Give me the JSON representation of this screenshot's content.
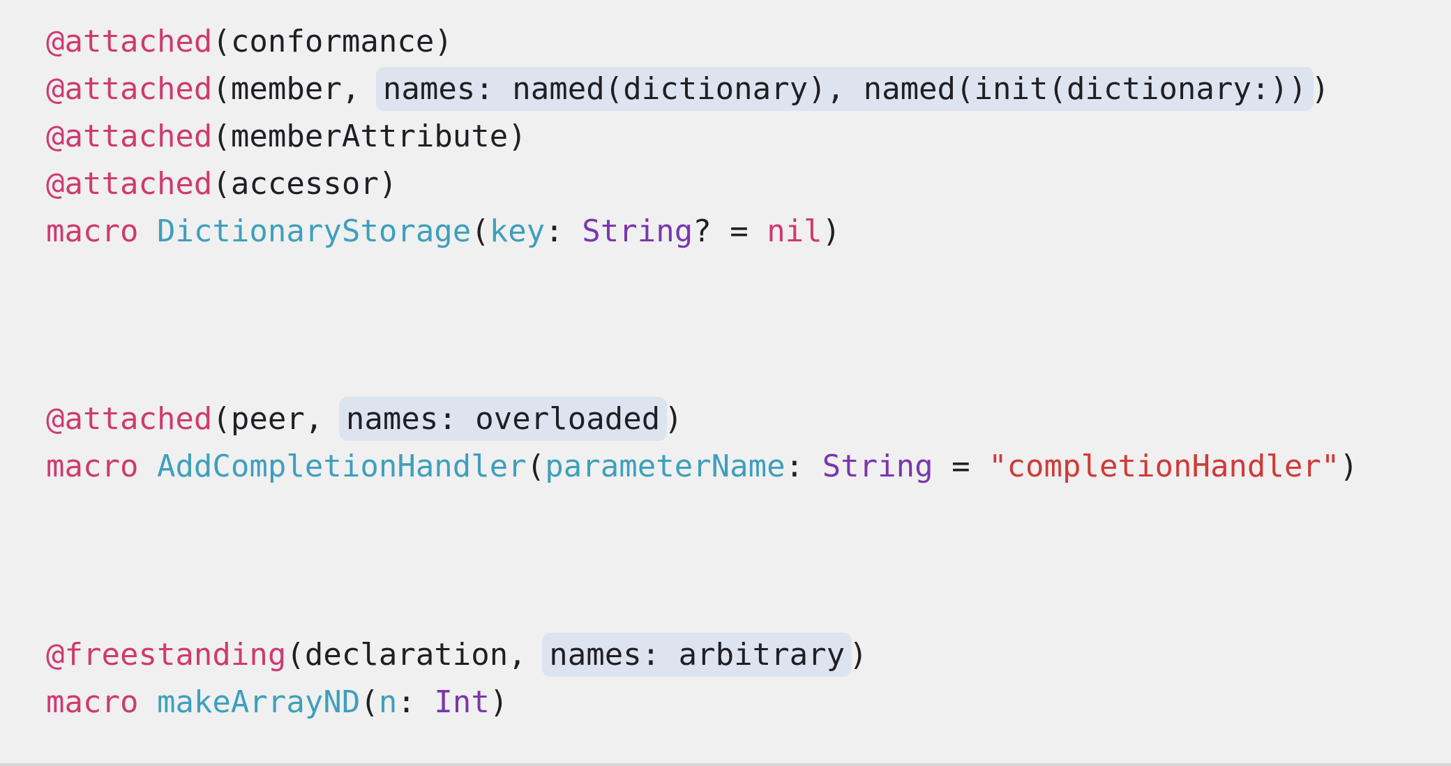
{
  "colors": {
    "background": "#eff0ef",
    "keyword": "#cf3a6f",
    "function_name": "#3e9fbd",
    "type_name": "#7b36ad",
    "string_literal": "#cf3a3a",
    "highlight": "#dde3ef"
  },
  "block1": {
    "l1": {
      "attr": "@attached",
      "open": "(",
      "arg": "conformance",
      "close": ")"
    },
    "l2": {
      "attr": "@attached",
      "open": "(",
      "arg": "member, ",
      "hl": "names: named(dictionary), named(init(dictionary:))",
      "close": ")"
    },
    "l3": {
      "attr": "@attached",
      "open": "(",
      "arg": "memberAttribute",
      "close": ")"
    },
    "l4": {
      "attr": "@attached",
      "open": "(",
      "arg": "accessor",
      "close": ")"
    },
    "l5": {
      "kw": "macro",
      "name": "DictionaryStorage",
      "open": "(",
      "param": "key",
      "colon": ": ",
      "type": "String",
      "rest": "? = ",
      "val": "nil",
      "close": ")"
    }
  },
  "block2": {
    "l1": {
      "attr": "@attached",
      "open": "(",
      "arg": "peer, ",
      "hl": "names: overloaded",
      "close": ")"
    },
    "l2": {
      "kw": "macro",
      "name": "AddCompletionHandler",
      "open": "(",
      "param": "parameterName",
      "colon": ": ",
      "type": "String",
      "rest": " = ",
      "val": "\"completionHandler\"",
      "close": ")"
    }
  },
  "block3": {
    "l1": {
      "attr": "@freestanding",
      "open": "(",
      "arg": "declaration, ",
      "hl": "names: arbitrary",
      "close": ")"
    },
    "l2": {
      "kw": "macro",
      "name": "makeArrayND",
      "open": "(",
      "param": "n",
      "colon": ": ",
      "type": "Int",
      "close": ")"
    }
  }
}
